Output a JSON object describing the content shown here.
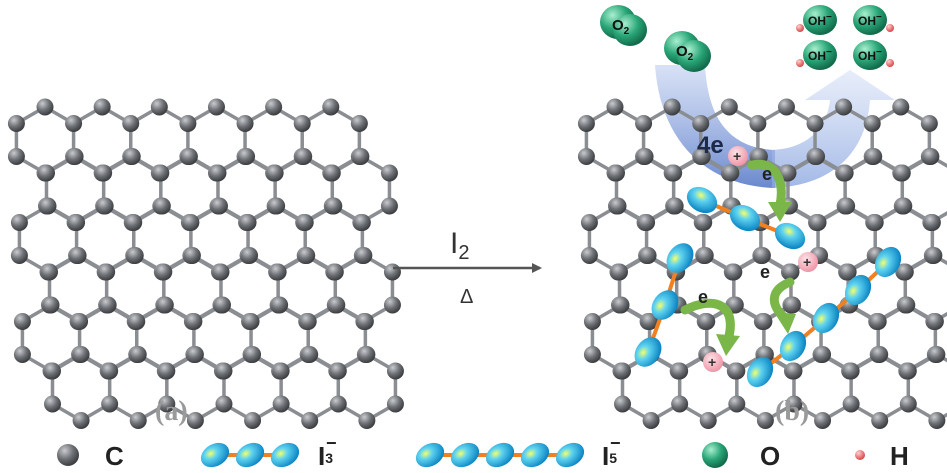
{
  "panel_a": {
    "label": "(a)"
  },
  "panel_b": {
    "label": "(b)"
  },
  "reaction": {
    "reagent": "I",
    "reagent_sub": "2",
    "condition": "Δ"
  },
  "reduction": {
    "electrons": "4e",
    "o2_molecules": [
      "O2",
      "O2"
    ],
    "o2_main": "O",
    "o2_sub": "2",
    "hydroxide_label": "OH",
    "hydroxide_charge": "−",
    "hydroxide_count": 4
  },
  "annotations": {
    "electron": "e",
    "proton": "+"
  },
  "legend": {
    "items": [
      {
        "name": "C",
        "symbol": "carbon-atom"
      },
      {
        "name": "I",
        "sub": "3",
        "sup": "−",
        "symbol": "triiodide-chain"
      },
      {
        "name": "I",
        "sub": "5",
        "sup": "−",
        "symbol": "pentaiodide-chain"
      },
      {
        "name": "O",
        "symbol": "oxygen-atom"
      },
      {
        "name": "H",
        "symbol": "hydrogen-atom"
      }
    ]
  },
  "colors": {
    "carbon": "#6e7175",
    "bond": "#8a8d92",
    "iodine": "#1aa8e0",
    "iodine_bond": "#f08020",
    "oxygen": "#2aa678",
    "hydrogen": "#e05a5a",
    "proton_fill": "#f4a6b4",
    "electron_arrow": "#7ab648",
    "flow_arrow": "#7d99d6"
  }
}
